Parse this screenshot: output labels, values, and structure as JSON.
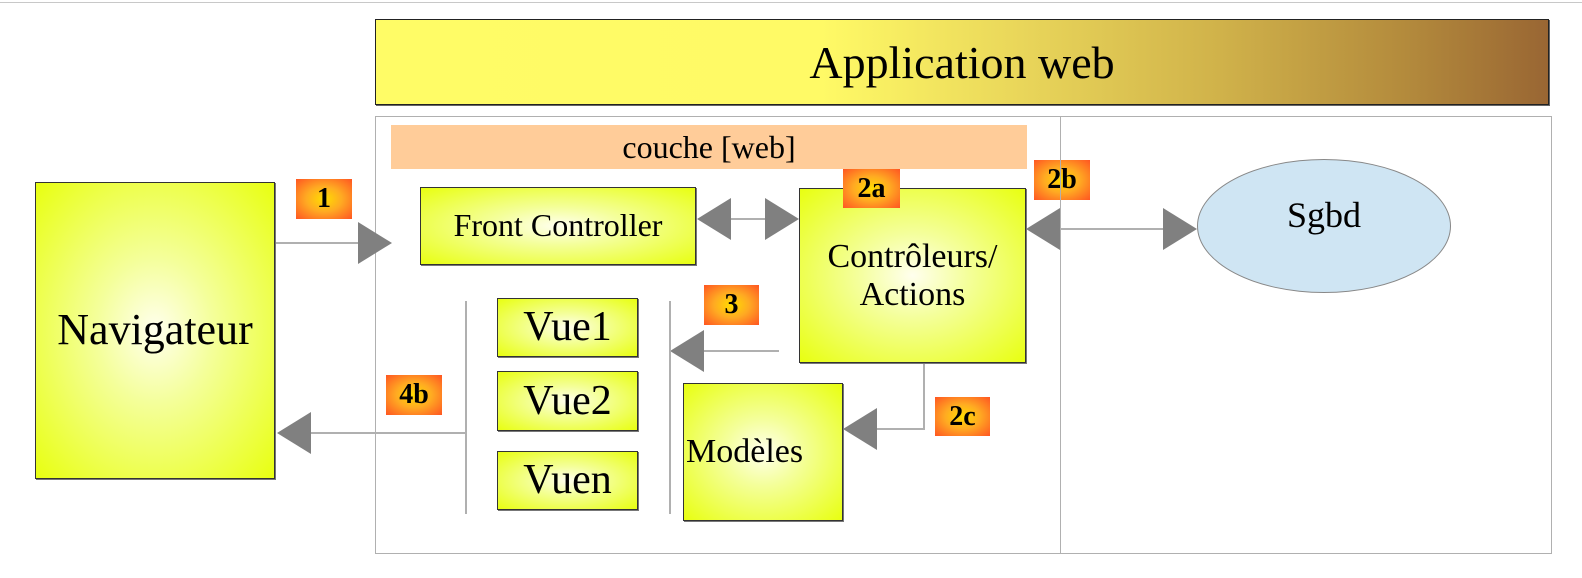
{
  "diagram": {
    "title": "Application web",
    "layer_label": "couche [web]",
    "nodes": {
      "navigateur": "Navigateur",
      "front_controller": "Front Controller",
      "controleurs": "Contrôleurs/ Actions",
      "vue1": "Vue1",
      "vue2": "Vue2",
      "vuen": "Vuen",
      "modeles": "Modèles",
      "sgbd": "Sgbd"
    },
    "steps": {
      "s1": "1",
      "s2a": "2a",
      "s2b": "2b",
      "s2c": "2c",
      "s3": "3",
      "s4b": "4b"
    },
    "edges": [
      {
        "from": "Navigateur",
        "to": "Front Controller",
        "step": "1",
        "direction": "forward"
      },
      {
        "from": "Front Controller",
        "to": "Contrôleurs/ Actions",
        "step": "2a",
        "direction": "both"
      },
      {
        "from": "Contrôleurs/ Actions",
        "to": "Sgbd",
        "step": "2b",
        "direction": "both"
      },
      {
        "from": "Contrôleurs/ Actions",
        "to": "Modèles",
        "step": "2c",
        "direction": "forward"
      },
      {
        "from": "Contrôleurs/ Actions",
        "to": "Vues",
        "step": "3",
        "direction": "forward"
      },
      {
        "from": "Vues",
        "to": "Navigateur",
        "step": "4b",
        "direction": "forward"
      }
    ],
    "colors": {
      "node_fill": "#e8ff10",
      "layer_fill": "#ffcc99",
      "db_fill": "#cfe5f3",
      "badge_edge": "#ff5522",
      "badge_center": "#ffdd00",
      "arrow": "#808080",
      "banner_start": "#fffc66",
      "banner_end": "#996633"
    }
  }
}
